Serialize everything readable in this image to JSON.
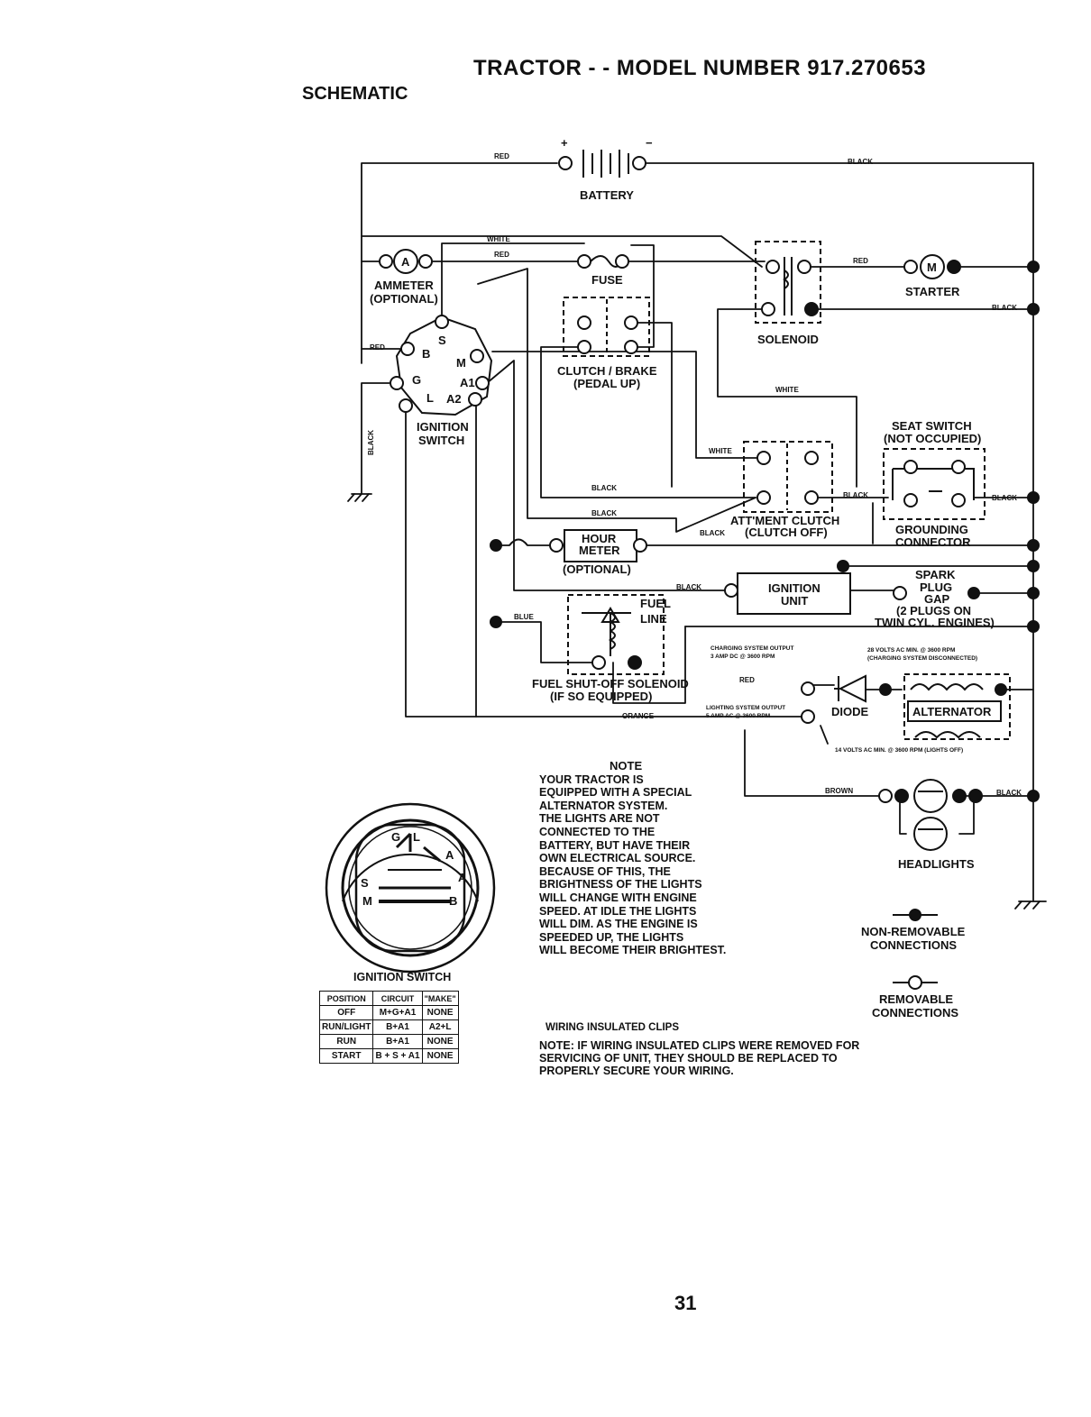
{
  "header": {
    "title": "TRACTOR - - MODEL NUMBER 917.270653",
    "subtitle": "SCHEMATIC"
  },
  "components": {
    "battery": "BATTERY",
    "battery_pos": "+",
    "battery_neg": "−",
    "ammeter": "AMMETER",
    "ammeter_opt": "(OPTIONAL)",
    "ammeter_symbol": "A",
    "fuse": "FUSE",
    "solenoid": "SOLENOID",
    "starter": "STARTER",
    "starter_symbol": "M",
    "clutch_brake_1": "CLUTCH / BRAKE",
    "clutch_brake_2": "(PEDAL UP)",
    "ignition_switch_1": "IGNITION",
    "ignition_switch_2": "SWITCH",
    "seat_switch_1": "SEAT SWITCH",
    "seat_switch_2": "(NOT OCCUPIED)",
    "grounding_1": "GROUNDING",
    "grounding_2": "CONNECTOR",
    "attment_1": "ATT'MENT CLUTCH",
    "attment_2": "(CLUTCH OFF)",
    "hour_meter_1": "HOUR",
    "hour_meter_2": "METER",
    "hour_meter_opt": "(OPTIONAL)",
    "ignition_unit_1": "IGNITION",
    "ignition_unit_2": "UNIT",
    "spark_1": "SPARK",
    "spark_2": "PLUG",
    "spark_3": "GAP",
    "spark_4": "(2 PLUGS ON",
    "spark_5": "TWIN CYL. ENGINES)",
    "fuel_line_1": "FUEL",
    "fuel_line_2": "LINE",
    "fuel_sol_1": "FUEL SHUT-OFF SOLENOID",
    "fuel_sol_2": "(IF SO EQUIPPED)",
    "diode": "DIODE",
    "alternator": "ALTERNATOR",
    "headlights": "HEADLIGHTS",
    "charging_1": "CHARGING SYSTEM OUTPUT",
    "charging_2": "3 AMP DC @ 3600 RPM",
    "volts_1": "28 VOLTS AC MIN. @ 3600 RPM",
    "volts_2": "(CHARGING SYSTEM DISCONNECTED)",
    "lighting_1": "LIGHTING SYSTEM OUTPUT",
    "lighting_2": "5 AMP AC @ 3600 RPM",
    "volts14": "14 VOLTS AC MIN. @ 3600 RPM (LIGHTS OFF)",
    "non_removable_1": "NON-REMOVABLE",
    "non_removable_2": "CONNECTIONS",
    "removable_1": "REMOVABLE",
    "removable_2": "CONNECTIONS"
  },
  "terminals": {
    "b": "B",
    "s": "S",
    "m": "M",
    "g": "G",
    "a1": "A1",
    "l": "L",
    "a2": "A2"
  },
  "wire_colors": {
    "red": "RED",
    "black": "BLACK",
    "white": "WHITE",
    "blue": "BLUE",
    "orange": "ORANGE",
    "brown": "BROWN"
  },
  "note": {
    "title": "NOTE",
    "lines": [
      "YOUR TRACTOR IS",
      "EQUIPPED WITH A SPECIAL",
      "ALTERNATOR SYSTEM.",
      "THE LIGHTS ARE NOT",
      "CONNECTED TO THE",
      "BATTERY, BUT HAVE THEIR",
      "OWN ELECTRICAL SOURCE.",
      "BECAUSE OF THIS, THE",
      "BRIGHTNESS OF THE LIGHTS",
      "WILL CHANGE WITH ENGINE",
      "SPEED.  AT IDLE THE LIGHTS",
      "WILL DIM.  AS THE ENGINE IS",
      "SPEEDED UP, THE LIGHTS",
      "WILL BECOME THEIR BRIGHTEST."
    ]
  },
  "clips": {
    "title": "WIRING INSULATED CLIPS",
    "line1": "NOTE: IF WIRING INSULATED CLIPS WERE REMOVED FOR",
    "line2": "SERVICING OF UNIT, THEY SHOULD BE REPLACED TO",
    "line3": "PROPERLY SECURE YOUR WIRING."
  },
  "ignition_table": {
    "caption": "IGNITION SWITCH",
    "headers": [
      "POSITION",
      "CIRCUIT",
      "\"MAKE\""
    ],
    "rows": [
      [
        "OFF",
        "M+G+A1",
        "NONE"
      ],
      [
        "RUN/LIGHT",
        "B+A1",
        "A2+L"
      ],
      [
        "RUN",
        "B+A1",
        "NONE"
      ],
      [
        "START",
        "B + S + A1",
        "NONE"
      ]
    ]
  },
  "switch_face": {
    "g": "G",
    "l": "L",
    "a1": "A",
    "a2": "A",
    "s": "S",
    "m": "M",
    "b": "B"
  },
  "page_number": "31"
}
